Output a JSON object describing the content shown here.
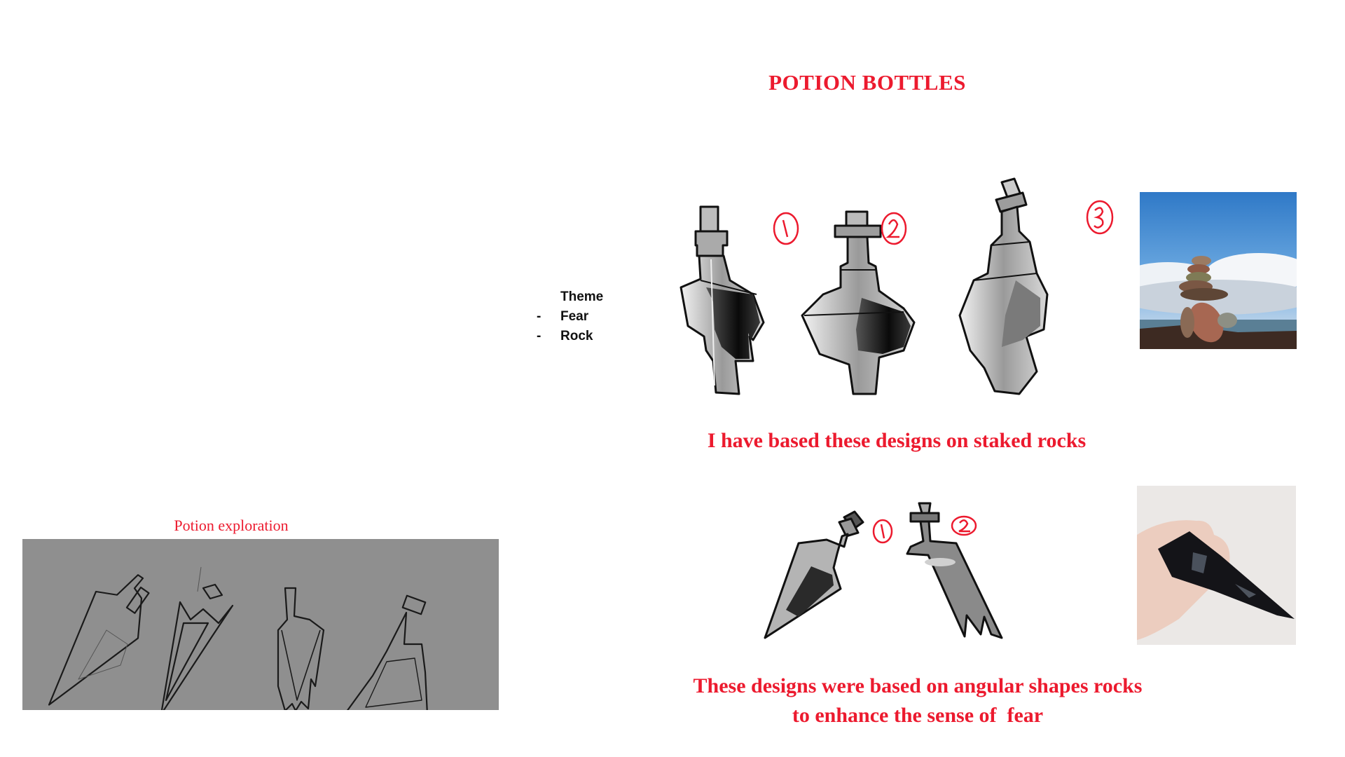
{
  "page": {
    "title": "POTION BOTTLES",
    "theme": {
      "heading": "Theme",
      "items": [
        {
          "bullet": "-",
          "label": "Fear"
        },
        {
          "bullet": "-",
          "label": "Rock"
        }
      ]
    },
    "stacked_rock_section": {
      "sketch_numbers": [
        "1",
        "2",
        "3"
      ],
      "reference_photo": "stacked-rocks-photo",
      "caption": "I have based these designs on staked rocks"
    },
    "angular_section": {
      "sketch_numbers": [
        "1",
        "2"
      ],
      "reference_photo": "obsidian-arrowhead-photo",
      "caption_line1": "These designs were based on angular shapes rocks",
      "caption_line2": "to enhance the sense of  fear"
    },
    "exploration": {
      "label": "Potion exploration",
      "sketch_count": 4
    }
  },
  "colors": {
    "accent_red": "#ec1a2e",
    "panel_gray": "#8f8f8f",
    "background": "#ffffff"
  }
}
